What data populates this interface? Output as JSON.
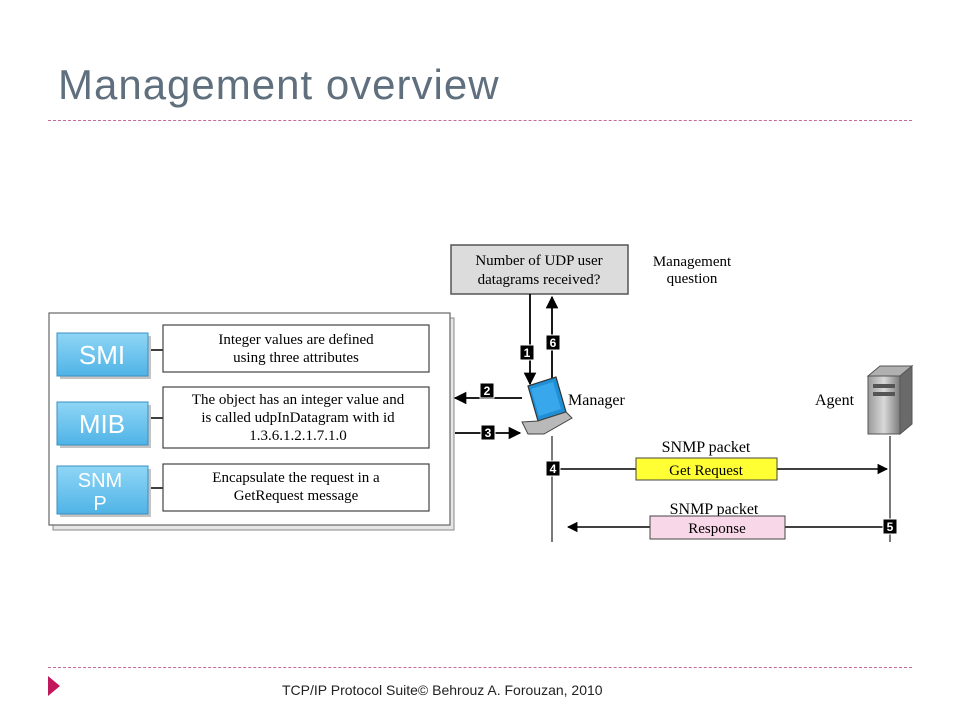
{
  "title": "Management overview",
  "footer": "TCP/IP Protocol Suite© Behrouz A. Forouzan, 2010",
  "diagram": {
    "question_box": [
      "Number of UDP user",
      "datagrams received?"
    ],
    "question_label": [
      "Management",
      "question"
    ],
    "layers": [
      {
        "tag": "SMI",
        "desc": [
          "Integer values are defined",
          "using three attributes"
        ]
      },
      {
        "tag": "MIB",
        "desc": [
          "The object has an integer value and",
          "is called udpInDatagram with id",
          "1.3.6.1.2.1.7.1.0"
        ]
      },
      {
        "tag": "SNM\nP",
        "tag_lines": [
          "SNM",
          "P"
        ],
        "desc": [
          "Encapsulate the request in a",
          "GetRequest message"
        ]
      }
    ],
    "manager_label": "Manager",
    "agent_label": "Agent",
    "packets": [
      {
        "header": "SNMP packet",
        "content": "Get Request"
      },
      {
        "header": "SNMP packet",
        "content": "Response"
      }
    ],
    "steps": [
      "1",
      "2",
      "3",
      "4",
      "5",
      "6"
    ]
  },
  "colors": {
    "title": "#5f6f7e",
    "dash": "#c66a9b",
    "tag_fill": "#6ec6f0",
    "tag_text": "#ffffff",
    "get_request": "#ffff33",
    "response": "#f8d7e8",
    "bullet": "#c2185b"
  }
}
